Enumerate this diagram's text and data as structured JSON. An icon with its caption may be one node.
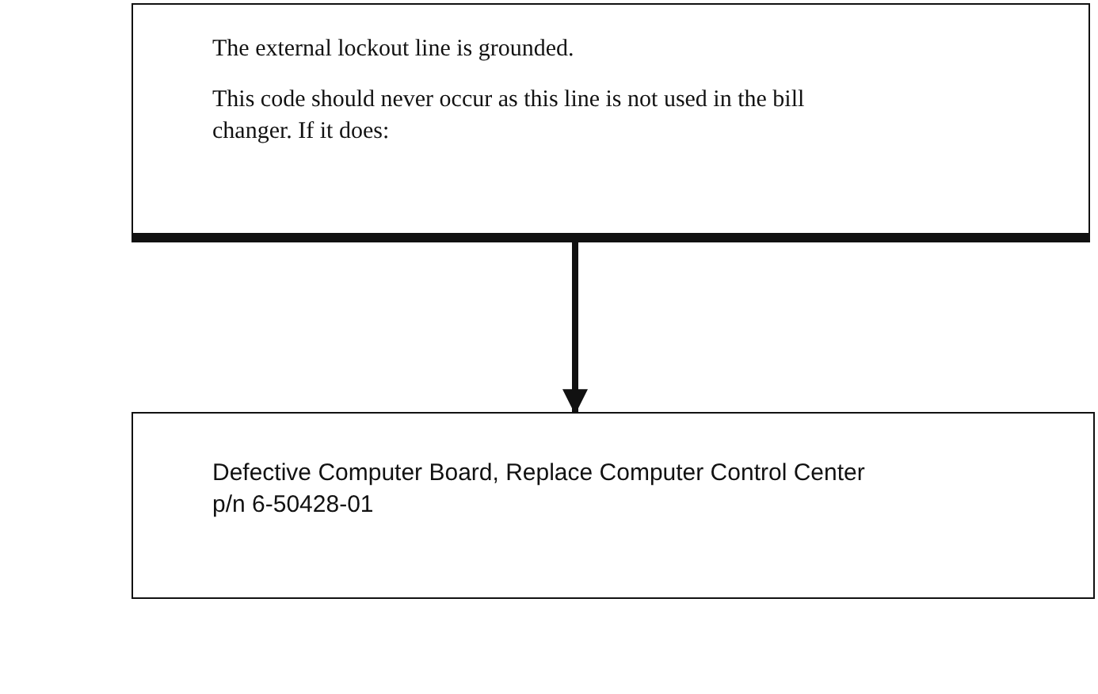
{
  "diagram": {
    "nodes": [
      {
        "text": [
          "The external lockout line is grounded.",
          "This code should never occur as this line is not used in the bill changer.  If it does:"
        ]
      },
      {
        "text": [
          "Defective Computer Board, Replace Computer Control  Center p/n 6-50428-01"
        ]
      }
    ],
    "edges": [
      {
        "from": 0,
        "to": 1,
        "arrow": "to"
      }
    ]
  }
}
